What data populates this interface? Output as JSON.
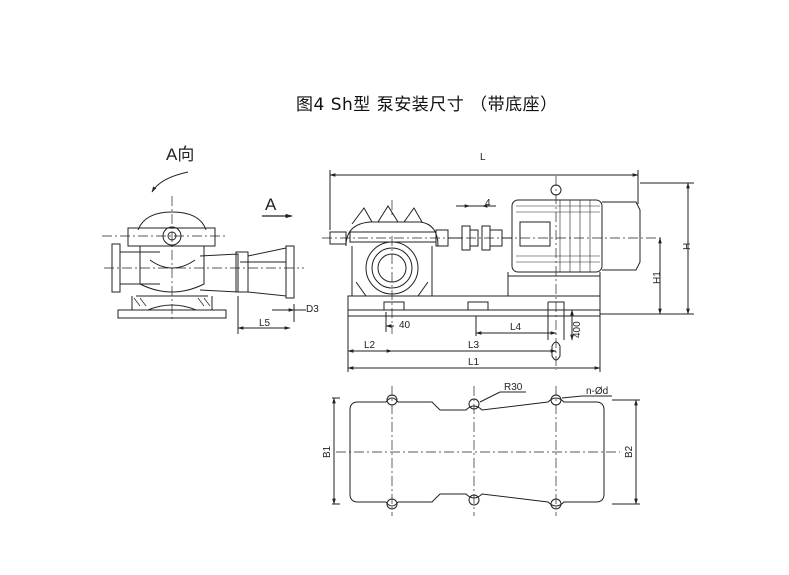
{
  "title": "图4 Sh型 泵安装尺寸 （带底座）",
  "side_view": {
    "direction_label": "A向",
    "dims": {
      "d3": "D3",
      "l5": "L5"
    }
  },
  "front_view": {
    "arrow_label": "A",
    "dims": {
      "l": "L",
      "gap": "4",
      "h": "H",
      "h1": "H1",
      "l4": "L4",
      "val400": "400",
      "val40": "40",
      "l2": "L2",
      "l3": "L3",
      "l1": "L1"
    }
  },
  "base_plate": {
    "r30": "R30",
    "nod": "n-Ød",
    "b1": "B1",
    "b2": "B2"
  }
}
